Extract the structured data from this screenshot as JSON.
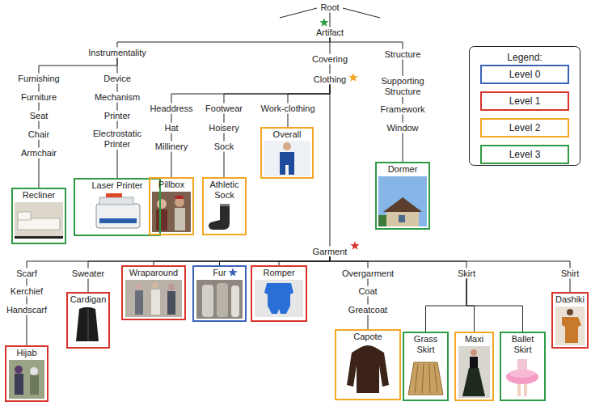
{
  "diagram": {
    "nodes": [
      {
        "text": [
          "Root"
        ]
      },
      {
        "text": [
          "Artifact"
        ]
      },
      {
        "text": [
          "Instrumentality"
        ]
      },
      {
        "text": [
          "Furnishing"
        ]
      },
      {
        "text": [
          "Furniture"
        ]
      },
      {
        "text": [
          "Seat"
        ]
      },
      {
        "text": [
          "Chair"
        ]
      },
      {
        "text": [
          "Armchair"
        ]
      },
      {
        "text": [
          "Recliner"
        ]
      },
      {
        "text": [
          "Device"
        ]
      },
      {
        "text": [
          "Mechanism"
        ]
      },
      {
        "text": [
          "Printer"
        ]
      },
      {
        "text": [
          "Electrostatic Printer"
        ]
      },
      {
        "text": [
          "Laser Printer"
        ]
      },
      {
        "text": [
          "Covering"
        ]
      },
      {
        "text": [
          "Clothing"
        ]
      },
      {
        "text": [
          "Headdress"
        ]
      },
      {
        "text": [
          "Hat"
        ]
      },
      {
        "text": [
          "Millinery"
        ]
      },
      {
        "text": [
          "Pillbox"
        ]
      },
      {
        "text": [
          "Footwear"
        ]
      },
      {
        "text": [
          "Hoisery"
        ]
      },
      {
        "text": [
          "Sock"
        ]
      },
      {
        "text": [
          "Athletic Sock"
        ]
      },
      {
        "text": [
          "Work-clothing"
        ]
      },
      {
        "text": [
          "Overall"
        ]
      },
      {
        "text": [
          "Structure"
        ]
      },
      {
        "text": [
          "Supporting Structure"
        ]
      },
      {
        "text": [
          "Framework"
        ]
      },
      {
        "text": [
          "Window"
        ]
      },
      {
        "text": [
          "Dormer"
        ]
      },
      {
        "text": [
          "Garment"
        ]
      },
      {
        "text": [
          "Scarf"
        ]
      },
      {
        "text": [
          "Kerchief"
        ]
      },
      {
        "text": [
          "Handscarf"
        ]
      },
      {
        "text": [
          "Hijab"
        ]
      },
      {
        "text": [
          "Sweater"
        ]
      },
      {
        "text": [
          "Cardigan"
        ]
      },
      {
        "text": [
          "Wraparound"
        ]
      },
      {
        "text": [
          "Fur"
        ]
      },
      {
        "text": [
          "Romper"
        ]
      },
      {
        "text": [
          "Overgarment"
        ]
      },
      {
        "text": [
          "Coat"
        ]
      },
      {
        "text": [
          "Greatcoat"
        ]
      },
      {
        "text": [
          "Capote"
        ]
      },
      {
        "text": [
          "Skirt"
        ]
      },
      {
        "text": [
          "Grass Skirt"
        ]
      },
      {
        "text": [
          "Maxi"
        ]
      },
      {
        "text": [
          "Ballet Skirt"
        ]
      },
      {
        "text": [
          "Shirt"
        ]
      },
      {
        "text": [
          "Dashiki"
        ]
      }
    ],
    "edges": [
      {
        "from": 0,
        "to": 1,
        "arrow": "none"
      },
      {
        "from": 1,
        "to": 2,
        "arrow": "none"
      },
      {
        "from": 2,
        "to": 3,
        "arrow": "none"
      },
      {
        "from": 3,
        "to": 4,
        "arrow": "none"
      },
      {
        "from": 4,
        "to": 5,
        "arrow": "none"
      },
      {
        "from": 5,
        "to": 6,
        "arrow": "none"
      },
      {
        "from": 6,
        "to": 7,
        "arrow": "none"
      },
      {
        "from": 7,
        "to": 8,
        "arrow": "none"
      },
      {
        "from": 2,
        "to": 9,
        "arrow": "none"
      },
      {
        "from": 9,
        "to": 10,
        "arrow": "none"
      },
      {
        "from": 10,
        "to": 11,
        "arrow": "none"
      },
      {
        "from": 11,
        "to": 12,
        "arrow": "none"
      },
      {
        "from": 12,
        "to": 13,
        "arrow": "none"
      },
      {
        "from": 1,
        "to": 14,
        "arrow": "none"
      },
      {
        "from": 14,
        "to": 15,
        "arrow": "none"
      },
      {
        "from": 15,
        "to": 16,
        "arrow": "none"
      },
      {
        "from": 16,
        "to": 17,
        "arrow": "none"
      },
      {
        "from": 17,
        "to": 18,
        "arrow": "none"
      },
      {
        "from": 18,
        "to": 19,
        "arrow": "none"
      },
      {
        "from": 15,
        "to": 20,
        "arrow": "none"
      },
      {
        "from": 20,
        "to": 21,
        "arrow": "none"
      },
      {
        "from": 21,
        "to": 22,
        "arrow": "none"
      },
      {
        "from": 22,
        "to": 23,
        "arrow": "none"
      },
      {
        "from": 15,
        "to": 24,
        "arrow": "none"
      },
      {
        "from": 24,
        "to": 25,
        "arrow": "none"
      },
      {
        "from": 1,
        "to": 26,
        "arrow": "none"
      },
      {
        "from": 26,
        "to": 27,
        "arrow": "none"
      },
      {
        "from": 27,
        "to": 28,
        "arrow": "none"
      },
      {
        "from": 28,
        "to": 29,
        "arrow": "none"
      },
      {
        "from": 29,
        "to": 30,
        "arrow": "none"
      },
      {
        "from": 15,
        "to": 31,
        "arrow": "none"
      },
      {
        "from": 31,
        "to": 32,
        "arrow": "none"
      },
      {
        "from": 32,
        "to": 33,
        "arrow": "none"
      },
      {
        "from": 33,
        "to": 34,
        "arrow": "none"
      },
      {
        "from": 34,
        "to": 35,
        "arrow": "none"
      },
      {
        "from": 31,
        "to": 36,
        "arrow": "none"
      },
      {
        "from": 36,
        "to": 37,
        "arrow": "none"
      },
      {
        "from": 31,
        "to": 38,
        "arrow": "none"
      },
      {
        "from": 31,
        "to": 39,
        "arrow": "none"
      },
      {
        "from": 31,
        "to": 40,
        "arrow": "none"
      },
      {
        "from": 31,
        "to": 41,
        "arrow": "none"
      },
      {
        "from": 41,
        "to": 42,
        "arrow": "none"
      },
      {
        "from": 42,
        "to": 43,
        "arrow": "none"
      },
      {
        "from": 43,
        "to": 44,
        "arrow": "none"
      },
      {
        "from": 31,
        "to": 45,
        "arrow": "none"
      },
      {
        "from": 45,
        "to": 46,
        "arrow": "none"
      },
      {
        "from": 45,
        "to": 47,
        "arrow": "none"
      },
      {
        "from": 45,
        "to": 48,
        "arrow": "none"
      },
      {
        "from": 31,
        "to": 49,
        "arrow": "none"
      },
      {
        "from": 49,
        "to": 50,
        "arrow": "none"
      }
    ],
    "labels": [
      "Legend:"
    ],
    "legend": [
      {
        "text": "Level 0",
        "color": "#3a63b8"
      },
      {
        "text": "Level 1",
        "color": "#d9342b"
      },
      {
        "text": "Level 2",
        "color": "#f5a623"
      },
      {
        "text": "Level 3",
        "color": "#2f9a45"
      }
    ]
  }
}
